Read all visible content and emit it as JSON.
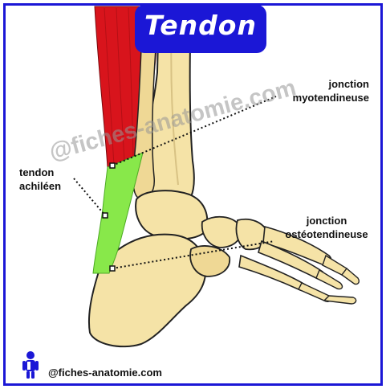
{
  "title": "Tendon",
  "labels": {
    "myotendinous_line1": "jonction",
    "myotendinous_line2": "myotendineuse",
    "achilles_line1": "tendon",
    "achilles_line2": "achiléen",
    "osteotendinous_line1": "jonction",
    "osteotendinous_line2": "ostéotendineuse"
  },
  "watermark": "@fiches-anatomie.com",
  "footer": "@fiches-anatomie.com",
  "colors": {
    "frame": "#1b17d6",
    "muscle": "#d8141c",
    "tendon": "#88e84a",
    "bone": "#f5e3a7",
    "bone_outline": "#222222"
  },
  "icons": {
    "logo": "anatomy-figure-icon"
  }
}
